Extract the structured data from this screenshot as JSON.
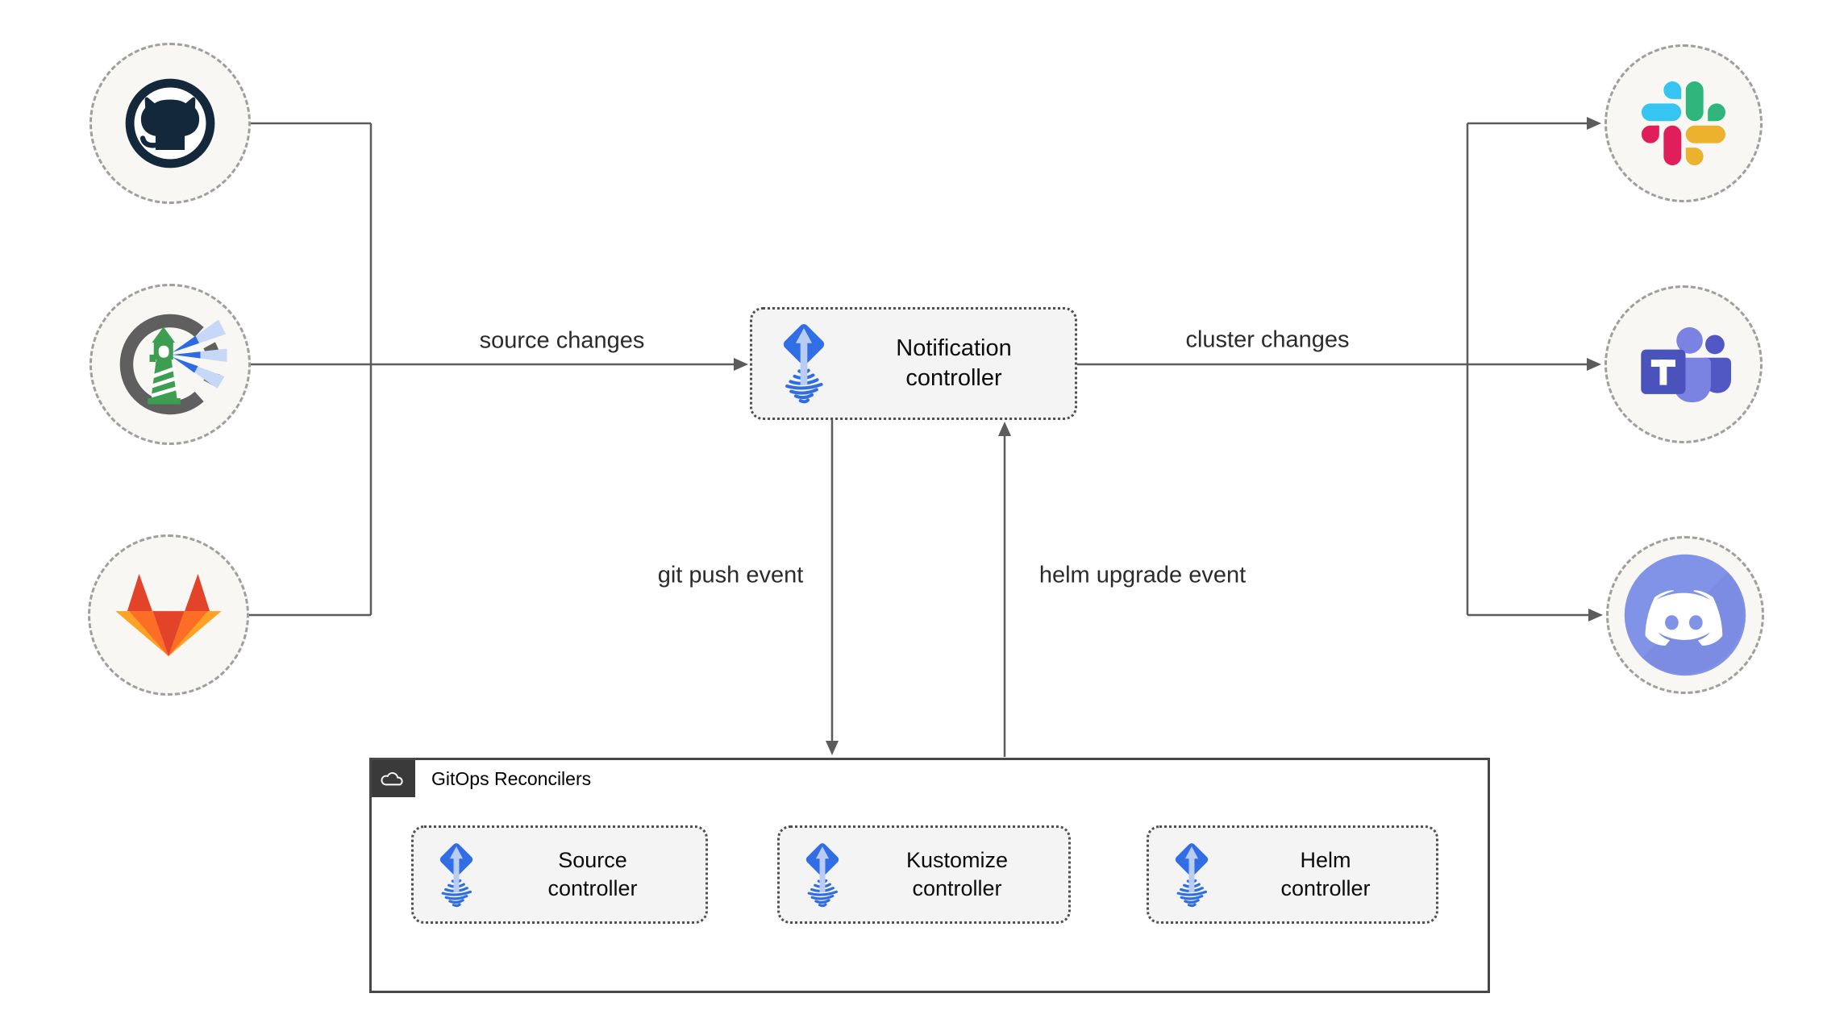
{
  "diagram": {
    "type": "flux-gitops-architecture",
    "edges": {
      "source_changes": "source changes",
      "cluster_changes": "cluster changes",
      "git_push_event": "git push event",
      "helm_upgrade_event": "helm upgrade event"
    },
    "nodes": {
      "notification_controller": {
        "label": "Notification controller",
        "icon": "flux-icon"
      },
      "source_controller": {
        "label": "Source controller",
        "icon": "flux-icon"
      },
      "kustomize_controller": {
        "label": "Kustomize controller",
        "icon": "flux-icon"
      },
      "helm_controller": {
        "label": "Helm controller",
        "icon": "flux-icon"
      }
    },
    "groups": {
      "gitops_reconcilers": {
        "label": "GitOps Reconcilers",
        "icon": "cloud-icon"
      }
    },
    "sources": [
      {
        "name": "GitHub",
        "icon": "github-icon"
      },
      {
        "name": "Harbor",
        "icon": "harbor-icon"
      },
      {
        "name": "GitLab",
        "icon": "gitlab-icon"
      }
    ],
    "targets": [
      {
        "name": "Slack",
        "icon": "slack-icon"
      },
      {
        "name": "Microsoft Teams",
        "icon": "microsoft-teams-icon"
      },
      {
        "name": "Discord",
        "icon": "discord-icon"
      }
    ],
    "colors": {
      "flux_blue": "#316de4",
      "flux_light_arrow": "#b9cdf4",
      "line_gray": "#5c5c5c",
      "node_fill": "#f4f4f5",
      "circle_fill": "#f8f7f4",
      "circle_dash": "#9f9f9f",
      "group_tab": "#3a3a3a",
      "slack_blue": "#36C5F0",
      "slack_green": "#2EB67D",
      "slack_red": "#E01E5A",
      "slack_yellow": "#ECB22E",
      "gitlab_red": "#e24329",
      "gitlab_orange": "#fc6d26",
      "gitlab_amber": "#fca326",
      "teams_indigo": "#4a52bb",
      "teams_periwinkle": "#7b83e2",
      "discord_blurple": "#8193e6",
      "harbor_green": "#3d9e52",
      "harbor_gray": "#5f5f5f",
      "github_dark": "#14283c"
    }
  }
}
